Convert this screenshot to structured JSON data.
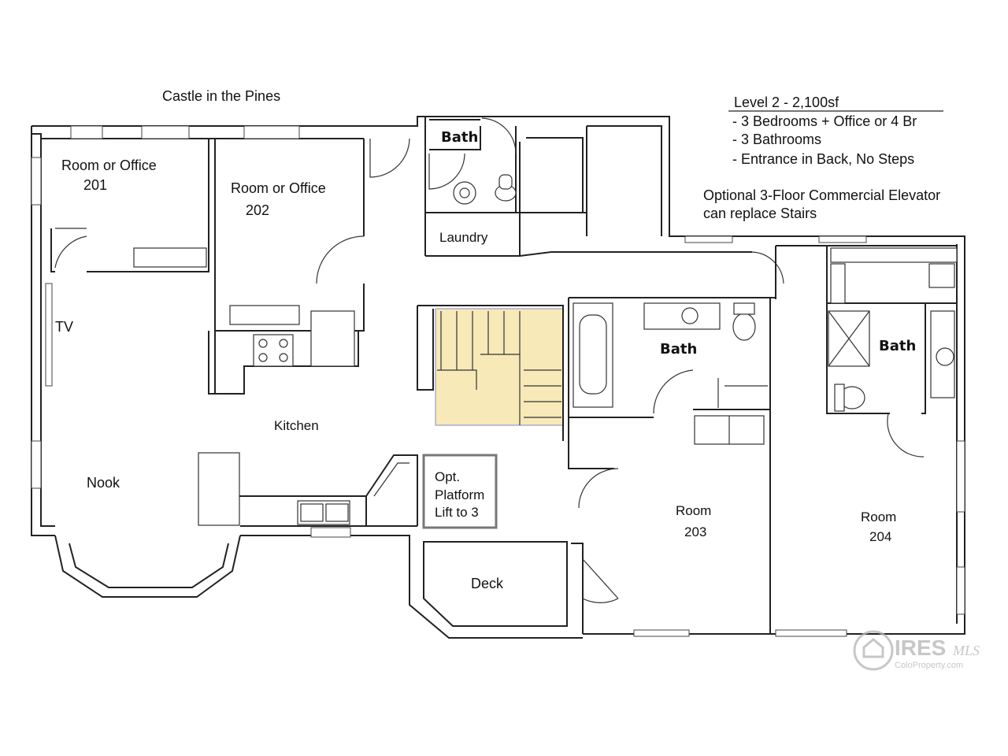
{
  "title": "Castle in the Pines",
  "summary": {
    "heading": "Level 2    -  2,100sf",
    "items": [
      "- 3 Bedrooms + Office or 4 Br",
      "- 3 Bathrooms",
      "- Entrance in Back, No Steps"
    ]
  },
  "elevator_note": [
    "Optional 3-Floor Commercial Elevator",
    "can replace Stairs"
  ],
  "rooms": {
    "r201_a": "Room or Office",
    "r201_b": "201",
    "r202_a": "Room or Office",
    "r202_b": "202",
    "bath_top": "Bath",
    "laundry": "Laundry",
    "tv": "TV",
    "kitchen": "Kitchen",
    "nook": "Nook",
    "lift_1": "Opt.",
    "lift_2": "Platform",
    "lift_3": "Lift to 3",
    "bath_mid": "Bath",
    "bath_right": "Bath",
    "r203_a": "Room",
    "r203_b": "203",
    "r204_a": "Room",
    "r204_b": "204",
    "deck": "Deck"
  },
  "watermark": {
    "brand": "IRES",
    "mls": "MLS",
    "site": "ColoProperty.com"
  },
  "colors": {
    "stairs": "#f7e9b8",
    "stairs_edge": "#9a9acc",
    "watermark": "#b5b5b5",
    "wall": "#222222"
  }
}
